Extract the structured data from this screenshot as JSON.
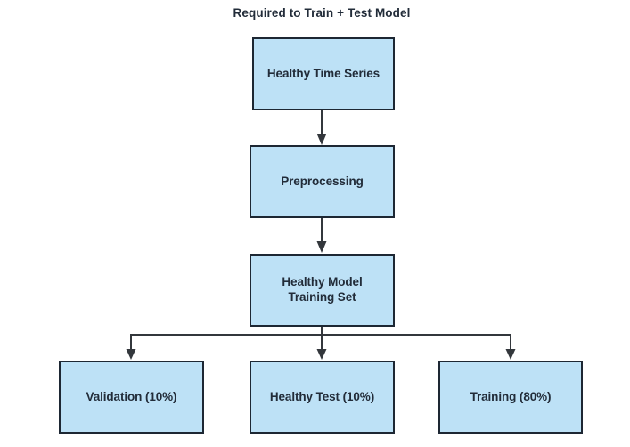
{
  "diagram": {
    "title": "Required to Train + Test Model",
    "nodes": [
      {
        "id": "healthy-time-series",
        "label": "Healthy Time Series"
      },
      {
        "id": "preprocessing",
        "label": "Preprocessing"
      },
      {
        "id": "healthy-model-training-set",
        "label": "Healthy Model\nTraining Set"
      },
      {
        "id": "validation",
        "label": "Validation (10%)"
      },
      {
        "id": "healthy-test",
        "label": "Healthy Test (10%)"
      },
      {
        "id": "training",
        "label": "Training (80%)"
      }
    ],
    "edges": [
      {
        "from": "healthy-time-series",
        "to": "preprocessing"
      },
      {
        "from": "preprocessing",
        "to": "healthy-model-training-set"
      },
      {
        "from": "healthy-model-training-set",
        "to": "validation"
      },
      {
        "from": "healthy-model-training-set",
        "to": "healthy-test"
      },
      {
        "from": "healthy-model-training-set",
        "to": "training"
      }
    ],
    "colors": {
      "background": "#ffffff",
      "node_fill": "#bde1f6",
      "node_border": "#1d2733",
      "connector": "#33373c",
      "text": "#222c39"
    }
  }
}
